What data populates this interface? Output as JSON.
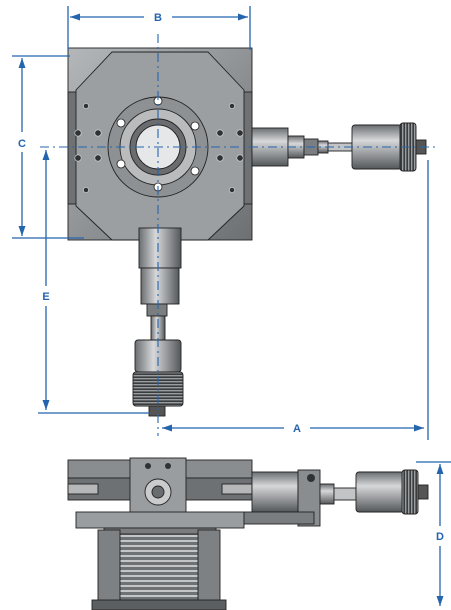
{
  "diagram": {
    "dimension_labels": {
      "a": "A",
      "b": "B",
      "c": "C",
      "d": "D",
      "e": "E"
    },
    "colors": {
      "dimension_lines": "#2565ae",
      "stage_body": "#8a8d90",
      "stage_dark": "#5e6164",
      "stage_light": "#c9cbcd",
      "outline": "#222222",
      "background": "#ffffff"
    },
    "views": [
      "top-view",
      "side-view"
    ]
  }
}
